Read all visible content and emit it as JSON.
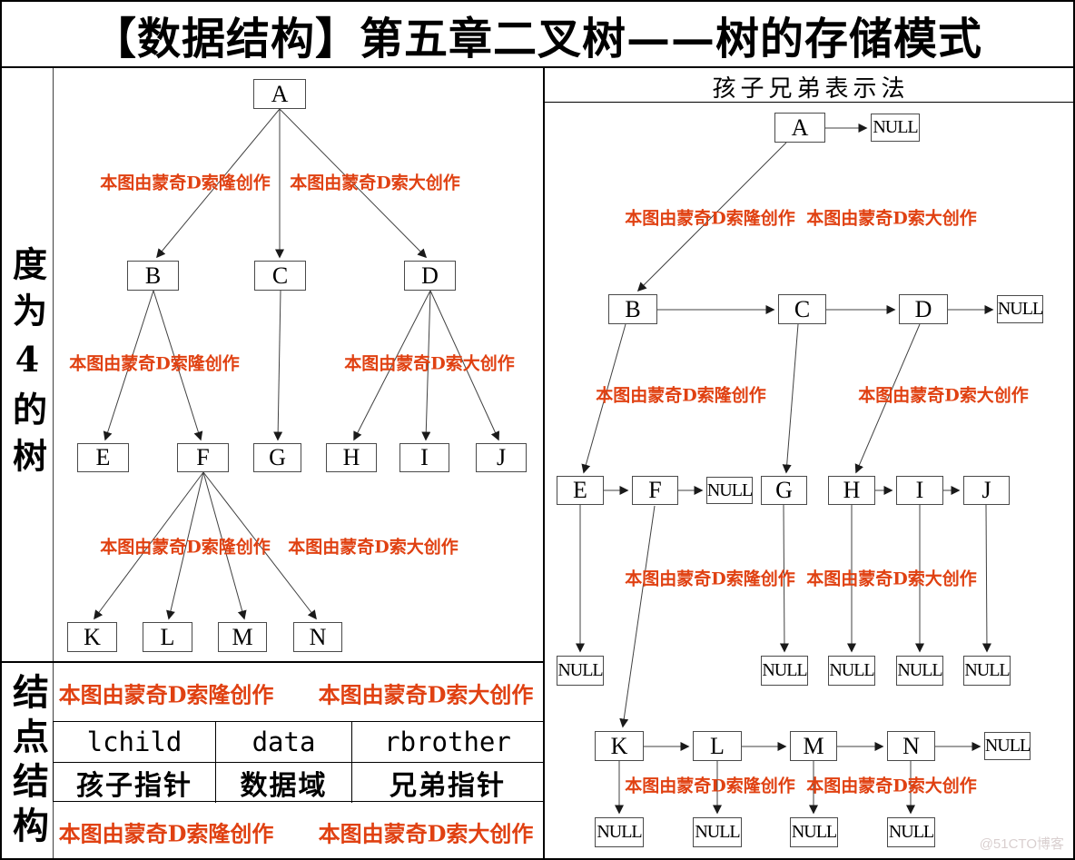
{
  "page_title": "【数据结构】第五章二叉树——树的存储模式",
  "left_panel": {
    "vertical_label_top": "度为4的树",
    "vertical_label_bottom": "结点结构",
    "tree_nodes": [
      "A",
      "B",
      "C",
      "D",
      "E",
      "F",
      "G",
      "H",
      "I",
      "J",
      "K",
      "L",
      "M",
      "N"
    ]
  },
  "right_panel": {
    "title": "孩子兄弟表示法",
    "list_nodes": [
      "A",
      "B",
      "C",
      "D",
      "E",
      "F",
      "G",
      "H",
      "I",
      "J",
      "K",
      "L",
      "M",
      "N"
    ],
    "null_label": "NULL"
  },
  "node_struct_table": {
    "header_cells": [
      "lchild",
      "data",
      "rbrother"
    ],
    "label_cells": [
      "孩子指针",
      "数据域",
      "兄弟指针"
    ]
  },
  "watermarks": {
    "creator_left": "本图由蒙奇D索隆创作",
    "creator_right": "本图由蒙奇D索大创作",
    "site": "@51CTO博客"
  },
  "colors": {
    "creator_watermark": "#e04112",
    "site_watermark": "#d9cfcf",
    "edge_line": "#404040"
  }
}
